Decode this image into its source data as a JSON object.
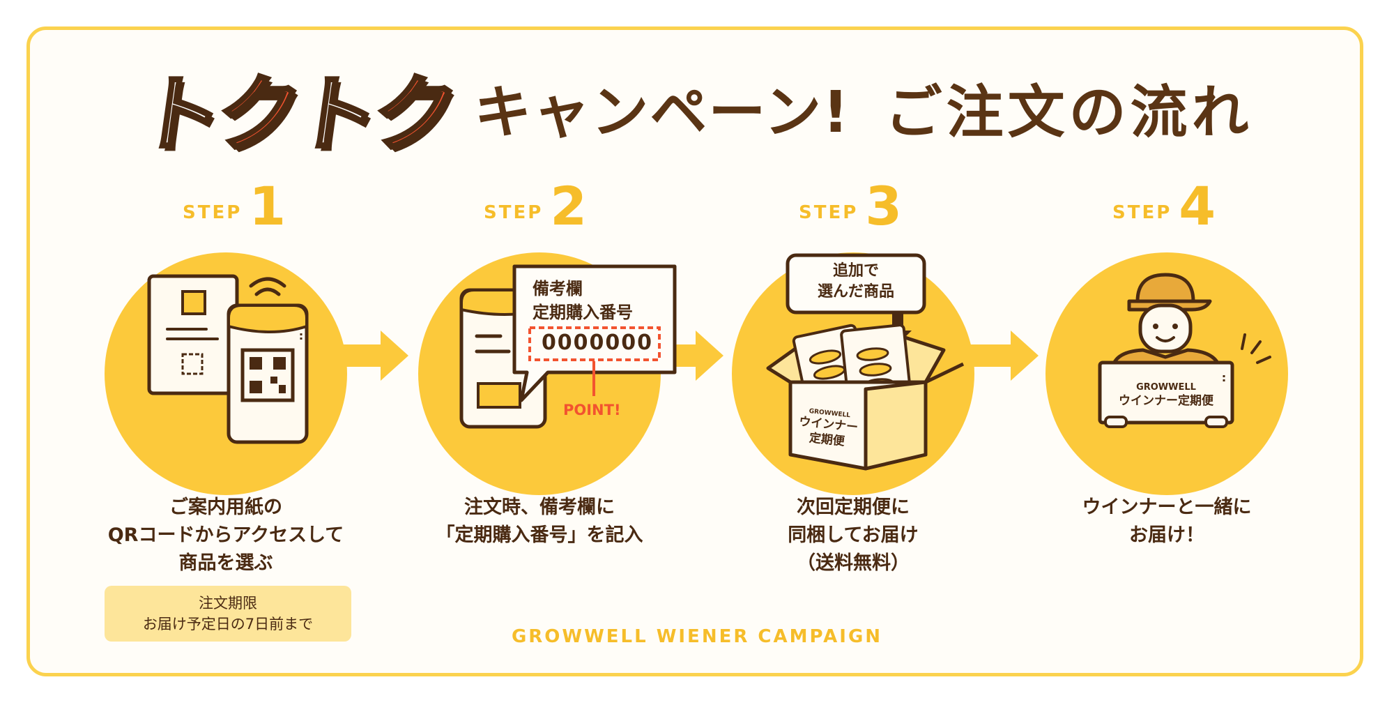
{
  "title": {
    "toku_1": "ト",
    "toku_2": "ク",
    "toku_3": "ト",
    "toku_4": "ク",
    "campaign": "キャンペーン!",
    "subtitle": "ご注文の流れ"
  },
  "steps": [
    {
      "word": "STEP",
      "number": "1",
      "lines": [
        "ご案内用紙の",
        "QRコードからアクセスして",
        "商品を選ぶ"
      ],
      "note": [
        "注文期限",
        "お届け予定日の7日前まで"
      ]
    },
    {
      "word": "STEP",
      "number": "2",
      "lines": [
        "注文時、備考欄に",
        "「定期購入番号」を記入"
      ],
      "bubble": {
        "line1": "備考欄",
        "line2": "定期購入番号",
        "code": "0000000",
        "point": "POINT!"
      }
    },
    {
      "word": "STEP",
      "number": "3",
      "lines": [
        "次回定期便に",
        "同梱してお届け",
        "（送料無料）"
      ],
      "callout": {
        "line1": "追加で",
        "line2": "選んだ商品"
      },
      "box": {
        "brand": "GROWWELL",
        "line1": "ウインナー",
        "line2": "定期便"
      }
    },
    {
      "word": "STEP",
      "number": "4",
      "lines": [
        "ウインナーと一緒に",
        "お届け！"
      ],
      "sign": {
        "brand": "GROWWELL",
        "label": "ウインナー定期便"
      }
    }
  ],
  "footer": "GROWWELL WIENER CAMPAIGN",
  "colors": {
    "yellow": "#fcc93b",
    "dark_brown": "#5a3414",
    "accent_red": "#f2532f",
    "frame": "#fbd24e",
    "note_bg": "#fde59a"
  }
}
